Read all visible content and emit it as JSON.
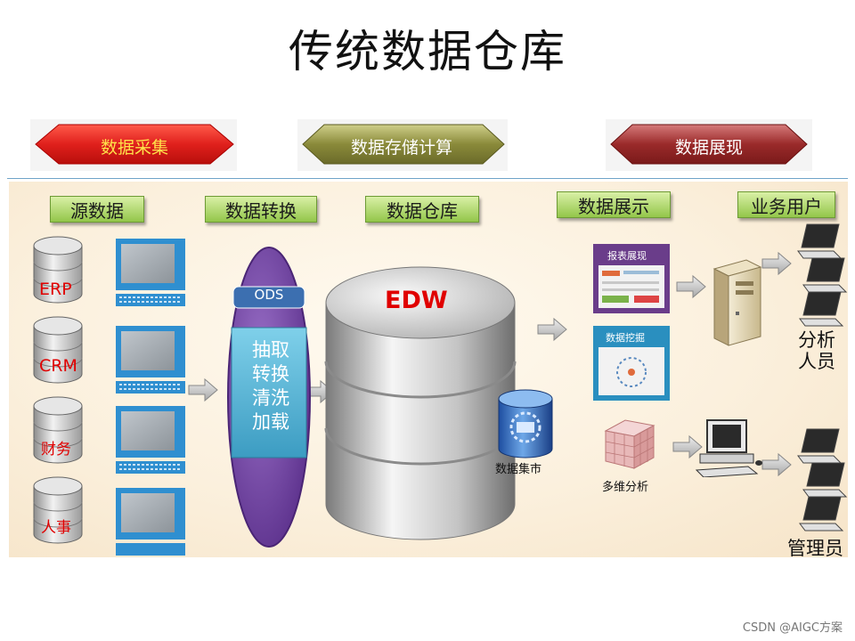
{
  "title": "传统数据仓库",
  "banners": {
    "collect": "数据采集",
    "store": "数据存储计算",
    "show": "数据展现"
  },
  "sections": {
    "source": "源数据",
    "transform": "数据转换",
    "warehouse": "数据仓库",
    "display": "数据展示",
    "users": "业务用户"
  },
  "sources": [
    "ERP",
    "CRM",
    "财务",
    "人事"
  ],
  "etl": {
    "ods": "ODS",
    "steps": [
      "抽取",
      "转换",
      "清洗",
      "加载"
    ]
  },
  "edw": "EDW",
  "datamart": "数据集市",
  "display_items": {
    "report": "报表展现",
    "mining": "数据挖掘",
    "olap": "多维分析"
  },
  "user_groups": {
    "analysts_line1": "分析",
    "analysts_line2": "人员",
    "managers": "管理员"
  },
  "watermark": "CSDN @AIGC方案",
  "colors": {
    "banner_red": "#e0201c",
    "banner_olive": "#8a8a3a",
    "banner_darkred": "#9a2a2a",
    "ods_purple": "#6b3f9c",
    "etl_teal": "#4aaed0",
    "edw_red": "#e00000"
  }
}
